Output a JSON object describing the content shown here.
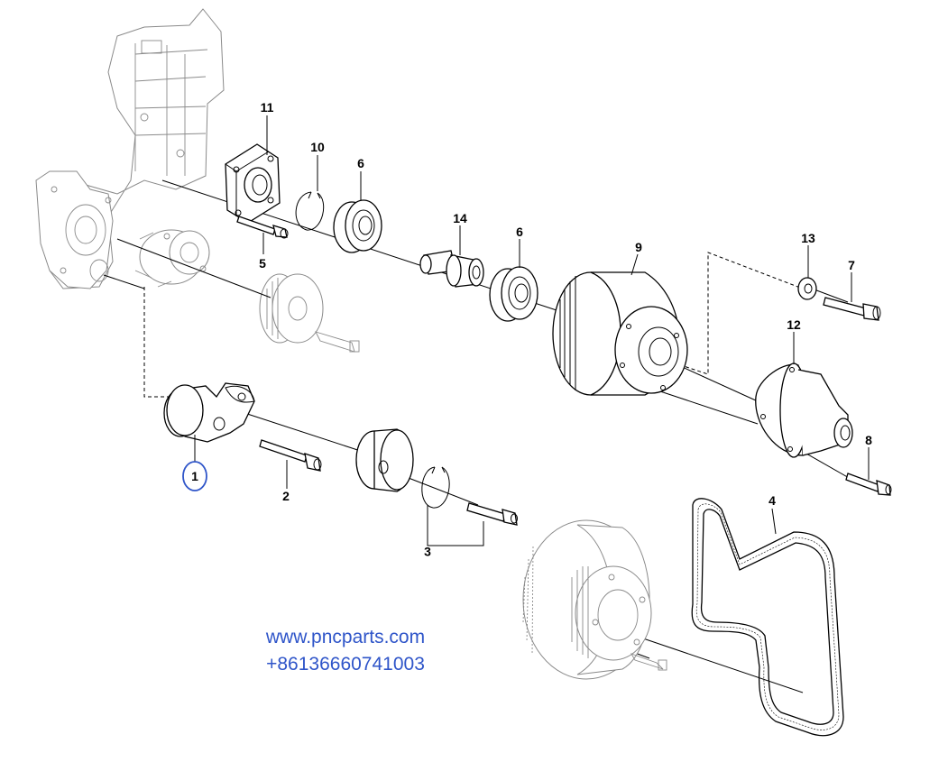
{
  "callouts": {
    "c1": "1",
    "c2": "2",
    "c3": "3",
    "c4": "4",
    "c5": "5",
    "c6a": "6",
    "c6b": "6",
    "c7": "7",
    "c8": "8",
    "c9": "9",
    "c10": "10",
    "c11": "11",
    "c12": "12",
    "c13": "13",
    "c14": "14"
  },
  "highlighted_callout": "1",
  "highlight_color": "#2f55c9",
  "watermark": {
    "url": "www.pncparts.com",
    "phone": "+86136660741003",
    "color": "#2f55c9"
  }
}
